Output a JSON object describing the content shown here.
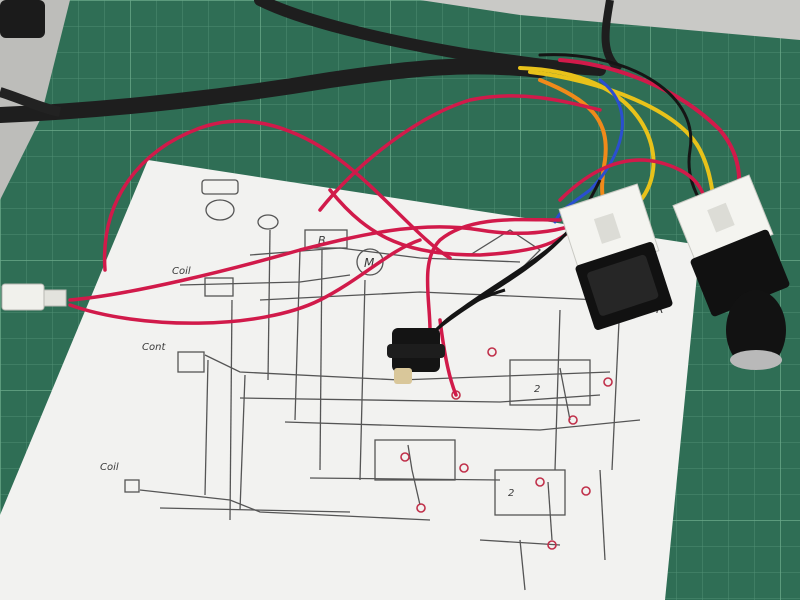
{
  "photo": {
    "colors": {
      "mat": "#2f6e55",
      "mat_grid": "#4f8f74",
      "paper": "#f2f2f0",
      "pencil": "#555555",
      "red_wire": "#d11a4a",
      "black_wire": "#151515",
      "yellow_wire": "#e8c21a",
      "orange_wire": "#f08a1a",
      "switch_body": "#f4f4f0",
      "switch_cap": "#111111"
    },
    "labels": {
      "coil_top": "Coil",
      "coil_bottom": "Coil",
      "cont": "Cont",
      "motor": "M",
      "b": "B",
      "r": "R",
      "num_2a": "2",
      "num_2b": "2"
    }
  }
}
